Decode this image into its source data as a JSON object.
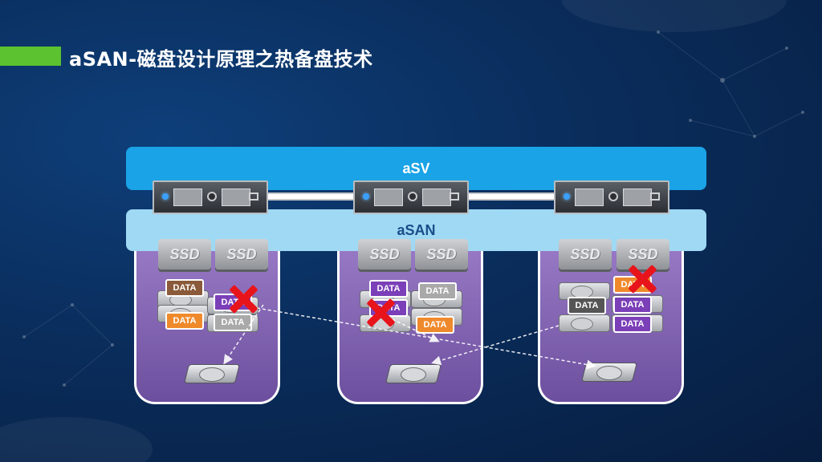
{
  "title": "aSAN-磁盘设计原理之热备盘技术",
  "layers": {
    "asv": "aSV",
    "asan": "aSAN"
  },
  "colors": {
    "accent": "#5cc22f",
    "asv_layer": "#1aa3e6",
    "asan_layer": "#9fd9f4",
    "node_panel": "#7a5cb0",
    "fail_mark": "#e8141b"
  },
  "ssd_label": "SSD",
  "data_label": "DATA",
  "nodes": [
    {
      "data_blocks": [
        {
          "label": "DATA",
          "color": "#8a5a3a"
        },
        {
          "label": "DATA",
          "color": "#7b3fb8"
        },
        {
          "label": "DATA",
          "color": "#ef8a2c"
        },
        {
          "label": "DATA",
          "color": "#a9a9a9"
        }
      ]
    },
    {
      "data_blocks": [
        {
          "label": "DATA",
          "color": "#7b3fb8"
        },
        {
          "label": "DATA",
          "color": "#a9a9a9"
        },
        {
          "label": "DATA",
          "color": "#7b3fb8"
        },
        {
          "label": "DATA",
          "color": "#ef8a2c"
        }
      ]
    },
    {
      "data_blocks": [
        {
          "label": "DATA",
          "color": "#ef8a2c"
        },
        {
          "label": "DATA",
          "color": "#555555"
        },
        {
          "label": "DATA",
          "color": "#7b3fb8"
        },
        {
          "label": "DATA",
          "color": "#7b3fb8"
        }
      ]
    }
  ]
}
